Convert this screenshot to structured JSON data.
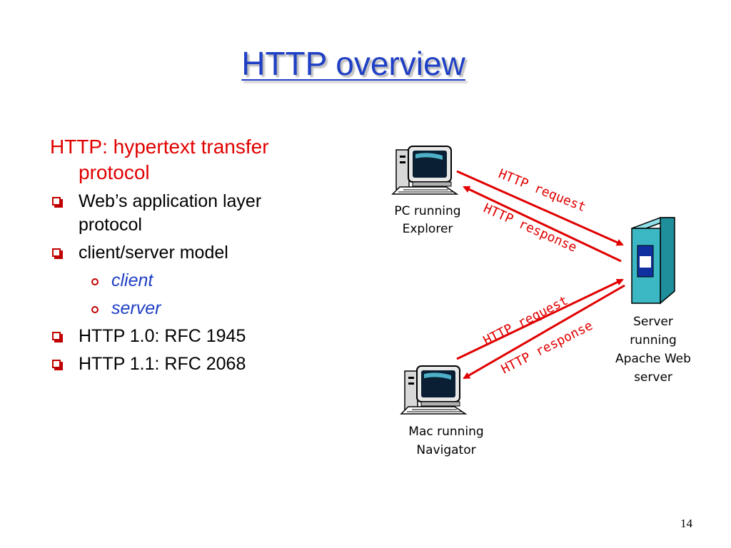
{
  "slide": {
    "title": "HTTP overview",
    "page_number": "14"
  },
  "left": {
    "heading_line1": "HTTP: hypertext transfer",
    "heading_line2": "protocol",
    "items": [
      {
        "text_line1": "Web’s application layer",
        "text_line2": "protocol"
      },
      {
        "text": "client/server model"
      },
      {
        "text": "client"
      },
      {
        "text": "server"
      },
      {
        "text": "HTTP 1.0: RFC 1945"
      },
      {
        "text": "HTTP 1.1: RFC 2068"
      }
    ]
  },
  "diagram": {
    "pc_caption_line1": "PC running",
    "pc_caption_line2": "Explorer",
    "mac_caption_line1": "Mac running",
    "mac_caption_line2": "Navigator",
    "server_caption_line1": "Server",
    "server_caption_line2": "running",
    "server_caption_line3": "Apache Web",
    "server_caption_line4": "server",
    "top_request": "HTTP request",
    "top_response": "HTTP response",
    "bottom_request": "HTTP request",
    "bottom_response": "HTTP response",
    "colors": {
      "arrow": "#e00000",
      "server_body": "#3bb8c4",
      "title": "#1f3fc4"
    }
  }
}
